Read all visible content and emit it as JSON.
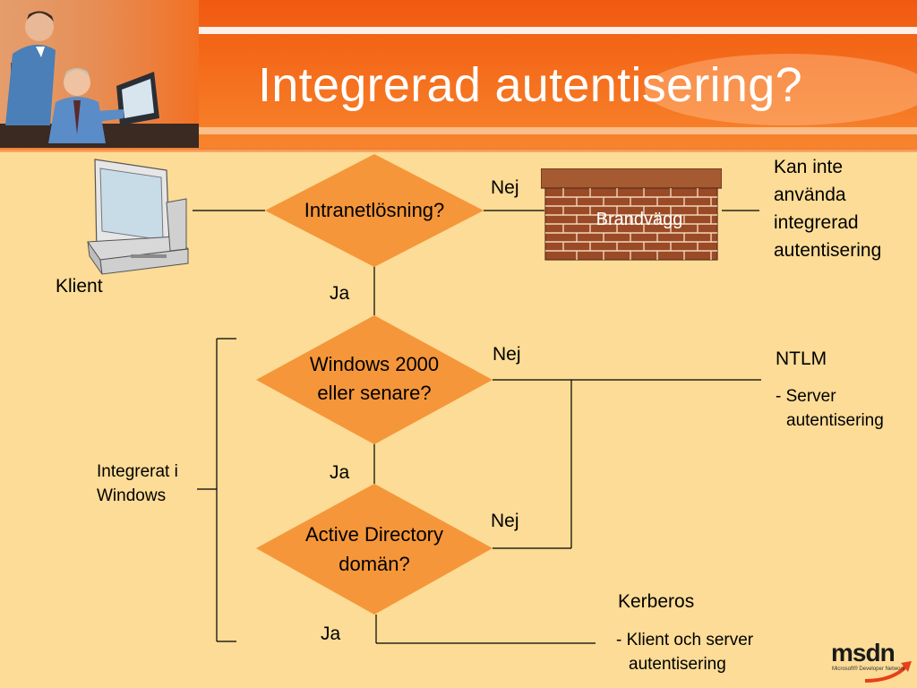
{
  "slide": {
    "title": "Integrerad autentisering?"
  },
  "nodes": {
    "client": "Klient",
    "decision1": "Intranetlösning?",
    "decision2_line1": "Windows 2000",
    "decision2_line2": "eller senare?",
    "decision3_line1": "Active Directory",
    "decision3_line2": "domän?",
    "firewall": "Brandvägg",
    "fail_lines": [
      "Kan inte",
      "använda",
      "integrerad",
      "autentisering"
    ],
    "ntlm_title": "NTLM",
    "ntlm_desc_line1": "- Server",
    "ntlm_desc_line2": "autentisering",
    "kerberos_title": "Kerberos",
    "kerberos_desc_line1": "- Klient och server",
    "kerberos_desc_line2": "autentisering",
    "bracket_line1": "Integrerat i",
    "bracket_line2": "Windows"
  },
  "edges": {
    "no": "Nej",
    "yes": "Ja"
  },
  "logo": {
    "name": "msdn",
    "subtitle": "Microsoft® Developer Network"
  },
  "colors": {
    "background": "#fcdc96",
    "header": "#f46a1a",
    "diamond": "#f5963a",
    "brick": "#9a4a26",
    "brick_cap": "#a55a32"
  }
}
